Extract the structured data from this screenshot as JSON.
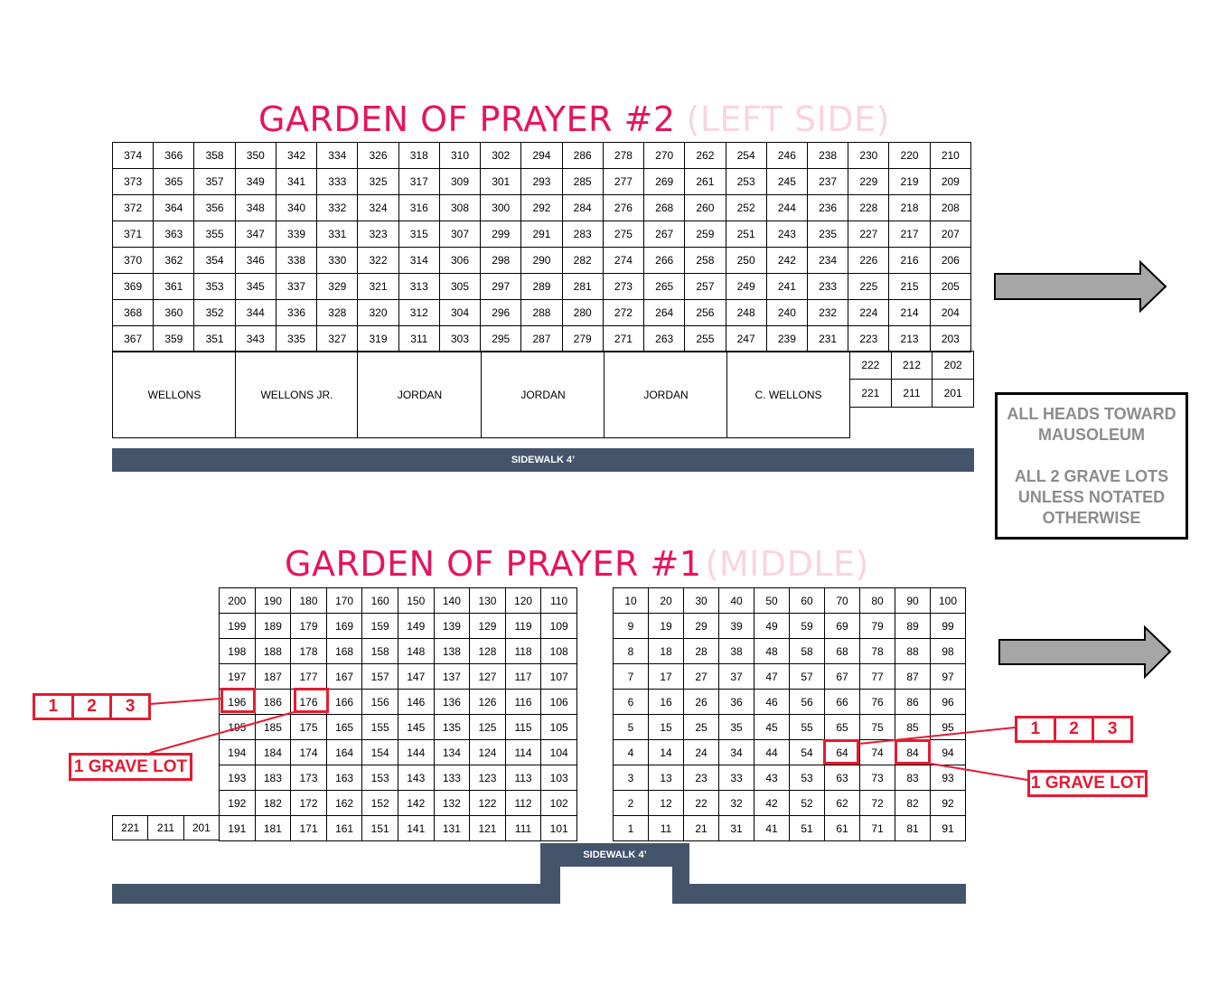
{
  "garden2": {
    "title": "GARDEN OF PRAYER #2",
    "subtitle": "(LEFT SIDE)",
    "rows": [
      [
        "374",
        "366",
        "358",
        "350",
        "342",
        "334",
        "326",
        "318",
        "310",
        "302",
        "294",
        "286",
        "278",
        "270",
        "262",
        "254",
        "246",
        "238",
        "230",
        "220",
        "210"
      ],
      [
        "373",
        "365",
        "357",
        "349",
        "341",
        "333",
        "325",
        "317",
        "309",
        "301",
        "293",
        "285",
        "277",
        "269",
        "261",
        "253",
        "245",
        "237",
        "229",
        "219",
        "209"
      ],
      [
        "372",
        "364",
        "356",
        "348",
        "340",
        "332",
        "324",
        "316",
        "308",
        "300",
        "292",
        "284",
        "276",
        "268",
        "260",
        "252",
        "244",
        "236",
        "228",
        "218",
        "208"
      ],
      [
        "371",
        "363",
        "355",
        "347",
        "339",
        "331",
        "323",
        "315",
        "307",
        "299",
        "291",
        "283",
        "275",
        "267",
        "259",
        "251",
        "243",
        "235",
        "227",
        "217",
        "207"
      ],
      [
        "370",
        "362",
        "354",
        "346",
        "338",
        "330",
        "322",
        "314",
        "306",
        "298",
        "290",
        "282",
        "274",
        "266",
        "258",
        "250",
        "242",
        "234",
        "226",
        "216",
        "206"
      ],
      [
        "369",
        "361",
        "353",
        "345",
        "337",
        "329",
        "321",
        "313",
        "305",
        "297",
        "289",
        "281",
        "273",
        "265",
        "257",
        "249",
        "241",
        "233",
        "225",
        "215",
        "205"
      ],
      [
        "368",
        "360",
        "352",
        "344",
        "336",
        "328",
        "320",
        "312",
        "304",
        "296",
        "288",
        "280",
        "272",
        "264",
        "256",
        "248",
        "240",
        "232",
        "224",
        "214",
        "204"
      ],
      [
        "367",
        "359",
        "351",
        "343",
        "335",
        "327",
        "319",
        "311",
        "303",
        "295",
        "287",
        "279",
        "271",
        "263",
        "255",
        "247",
        "239",
        "231",
        "223",
        "213",
        "203"
      ]
    ],
    "family_blocks": [
      "WELLONS",
      "WELLONS JR.",
      "JORDAN",
      "JORDAN",
      "JORDAN",
      "C. WELLONS"
    ],
    "corner_rows": [
      [
        "222",
        "212",
        "202"
      ],
      [
        "221",
        "211",
        "201"
      ]
    ],
    "sidewalk": "SIDEWALK 4’"
  },
  "garden1": {
    "title": "GARDEN OF PRAYER #1",
    "subtitle": "(MIDDLE)",
    "left_rows": [
      [
        "200",
        "190",
        "180",
        "170",
        "160",
        "150",
        "140",
        "130",
        "120",
        "110"
      ],
      [
        "199",
        "189",
        "179",
        "169",
        "159",
        "149",
        "139",
        "129",
        "119",
        "109"
      ],
      [
        "198",
        "188",
        "178",
        "168",
        "158",
        "148",
        "138",
        "128",
        "118",
        "108"
      ],
      [
        "197",
        "187",
        "177",
        "167",
        "157",
        "147",
        "137",
        "127",
        "117",
        "107"
      ],
      [
        "196",
        "186",
        "176",
        "166",
        "156",
        "146",
        "136",
        "126",
        "116",
        "106"
      ],
      [
        "195",
        "185",
        "175",
        "165",
        "155",
        "145",
        "135",
        "125",
        "115",
        "105"
      ],
      [
        "194",
        "184",
        "174",
        "164",
        "154",
        "144",
        "134",
        "124",
        "114",
        "104"
      ],
      [
        "193",
        "183",
        "173",
        "163",
        "153",
        "143",
        "133",
        "123",
        "113",
        "103"
      ],
      [
        "192",
        "182",
        "172",
        "162",
        "152",
        "142",
        "132",
        "122",
        "112",
        "102"
      ],
      [
        "191",
        "181",
        "171",
        "161",
        "151",
        "141",
        "131",
        "121",
        "111",
        "101"
      ]
    ],
    "extra_row": [
      "221",
      "211",
      "201"
    ],
    "right_rows": [
      [
        "10",
        "20",
        "30",
        "40",
        "50",
        "60",
        "70",
        "80",
        "90",
        "100"
      ],
      [
        "9",
        "19",
        "29",
        "39",
        "49",
        "59",
        "69",
        "79",
        "89",
        "99"
      ],
      [
        "8",
        "18",
        "28",
        "38",
        "48",
        "58",
        "68",
        "78",
        "88",
        "98"
      ],
      [
        "7",
        "17",
        "27",
        "37",
        "47",
        "57",
        "67",
        "77",
        "87",
        "97"
      ],
      [
        "6",
        "16",
        "26",
        "36",
        "46",
        "56",
        "66",
        "76",
        "86",
        "96"
      ],
      [
        "5",
        "15",
        "25",
        "35",
        "45",
        "55",
        "65",
        "75",
        "85",
        "95"
      ],
      [
        "4",
        "14",
        "24",
        "34",
        "44",
        "54",
        "64",
        "74",
        "84",
        "94"
      ],
      [
        "3",
        "13",
        "23",
        "33",
        "43",
        "53",
        "63",
        "73",
        "83",
        "93"
      ],
      [
        "2",
        "12",
        "22",
        "32",
        "42",
        "52",
        "62",
        "72",
        "82",
        "92"
      ],
      [
        "1",
        "11",
        "21",
        "31",
        "41",
        "51",
        "61",
        "71",
        "81",
        "91"
      ]
    ],
    "sidewalk": "SIDEWALK 4’"
  },
  "note": {
    "line1": "ALL HEADS TOWARD",
    "line2": "MAUSOLEUM",
    "line3": "ALL 2 GRAVE LOTS",
    "line4": "UNLESS NOTATED",
    "line5": "OTHERWISE"
  },
  "annotations": {
    "segments": [
      "1",
      "2",
      "3"
    ],
    "one_grave_lot": "1 GRAVE LOT"
  },
  "colors": {
    "title_pink": "#e6145f",
    "subtitle_pink": "#f9d4e2",
    "sidewalk": "#44546a",
    "annotation_red": "#e41b33",
    "arrow_gray": "#a6a6a6"
  }
}
